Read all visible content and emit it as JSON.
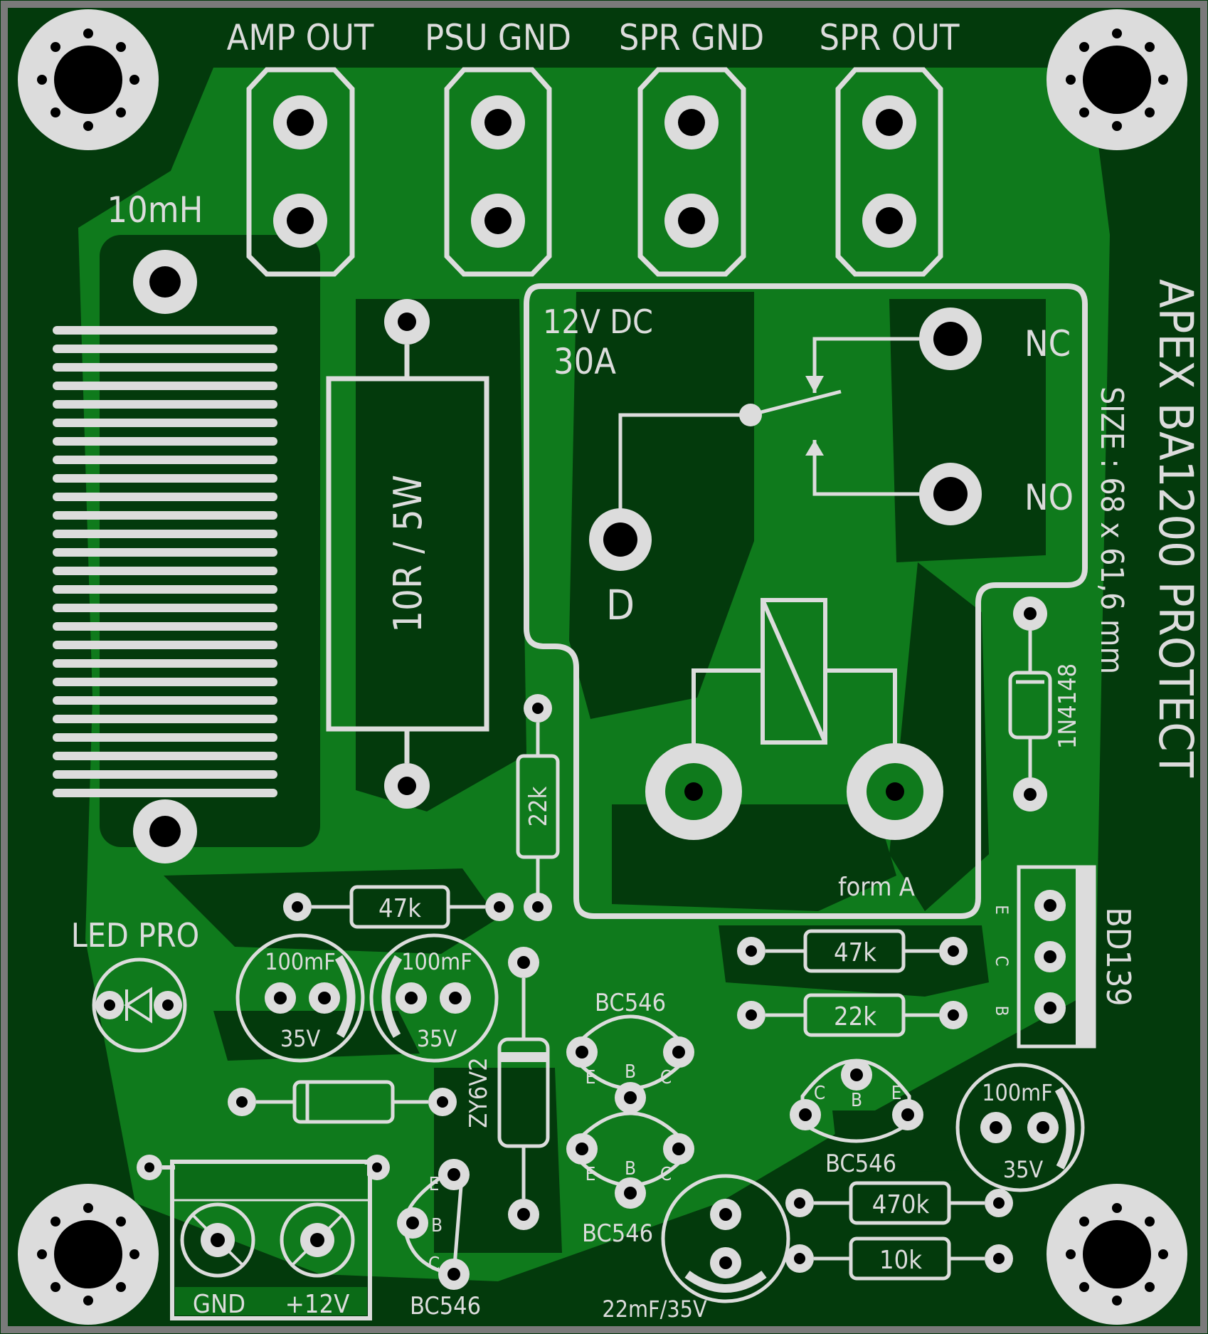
{
  "board": {
    "title": "APEX BA1200 PROTECT",
    "size": "SIZE : 68 x 61,6 mm",
    "colors": {
      "substrate": "#033a0c",
      "copper": "#0f7a1c",
      "silk": "#dcdcdc",
      "border": "#7a7a7a"
    }
  },
  "connectors": {
    "amp_out": "AMP OUT",
    "psu_gnd": "PSU GND",
    "spr_gnd": "SPR GND",
    "spr_out": "SPR OUT",
    "gnd": "GND",
    "v12": "+12V"
  },
  "relay": {
    "rating1": "12V DC",
    "rating2": "30A",
    "nc": "NC",
    "no": "NO",
    "d": "D",
    "form": "form A"
  },
  "parts": {
    "inductor": "10mH",
    "power_resistor": "10R / 5W",
    "r22k_v": "22k",
    "r47k_a": "47k",
    "r47k_b": "47k",
    "r22k_b": "22k",
    "r470k": "470k",
    "r10k": "10k",
    "diode": "1N4148",
    "zener": "ZY6V2",
    "transistor_power": "BD139",
    "led": "LED PRO",
    "cap_value": "100mF",
    "cap_voltage": "35V",
    "cap_small": "22mF/35V",
    "bc546": "BC546",
    "pin_e": "E",
    "pin_b": "B",
    "pin_c": "C"
  }
}
